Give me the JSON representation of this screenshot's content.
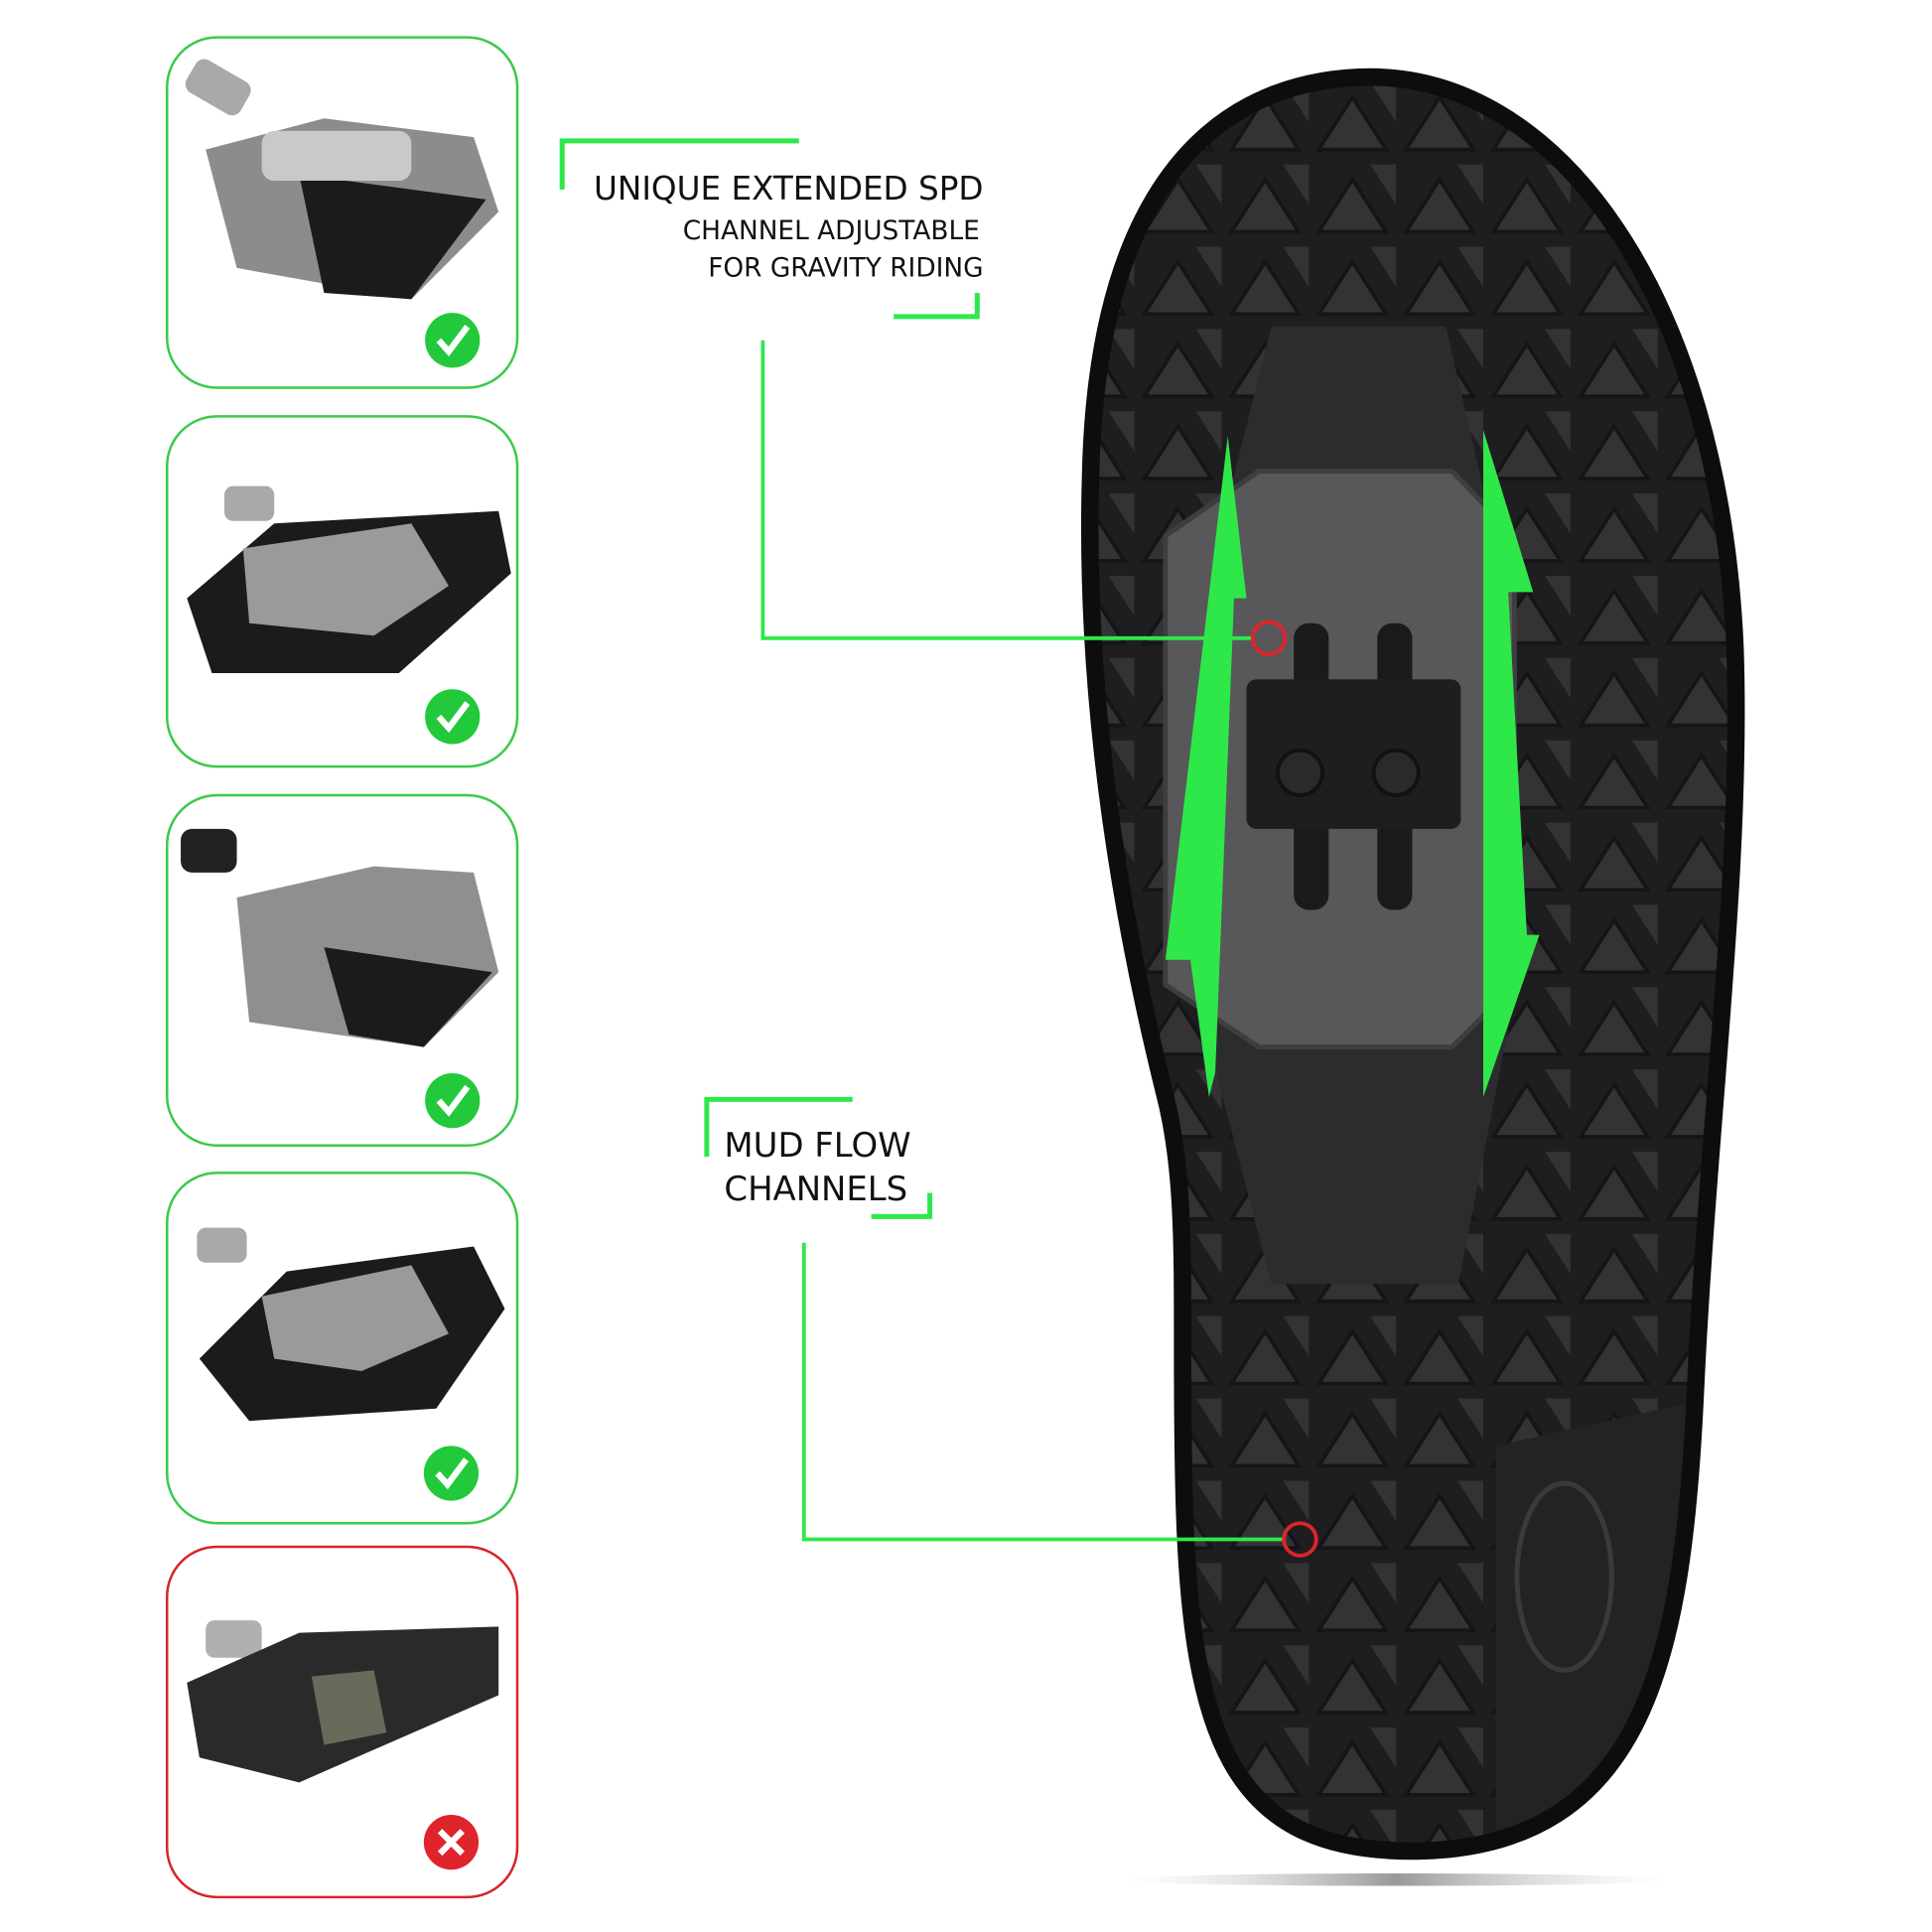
{
  "callouts": {
    "spd": {
      "title": "UNIQUE EXTENDED SPD",
      "line2": "CHANNEL ADJUSTABLE",
      "line3": "FOR GRAVITY RIDING"
    },
    "mud": {
      "line1": "MUD FLOW",
      "line2": "CHANNELS"
    }
  },
  "pedals": [
    {
      "name": "spd-pedal-trail",
      "compatible": true
    },
    {
      "name": "spd-pedal-platform",
      "compatible": true
    },
    {
      "name": "spd-pedal-xc",
      "compatible": true
    },
    {
      "name": "spd-pedal-cage",
      "compatible": true
    },
    {
      "name": "road-pedal",
      "compatible": false
    }
  ],
  "colors": {
    "accent": "#2ee84a",
    "ok": "#22c93a",
    "bad": "#e0242c",
    "sole": "#2a2a2c",
    "plate": "#5a5a5c"
  }
}
